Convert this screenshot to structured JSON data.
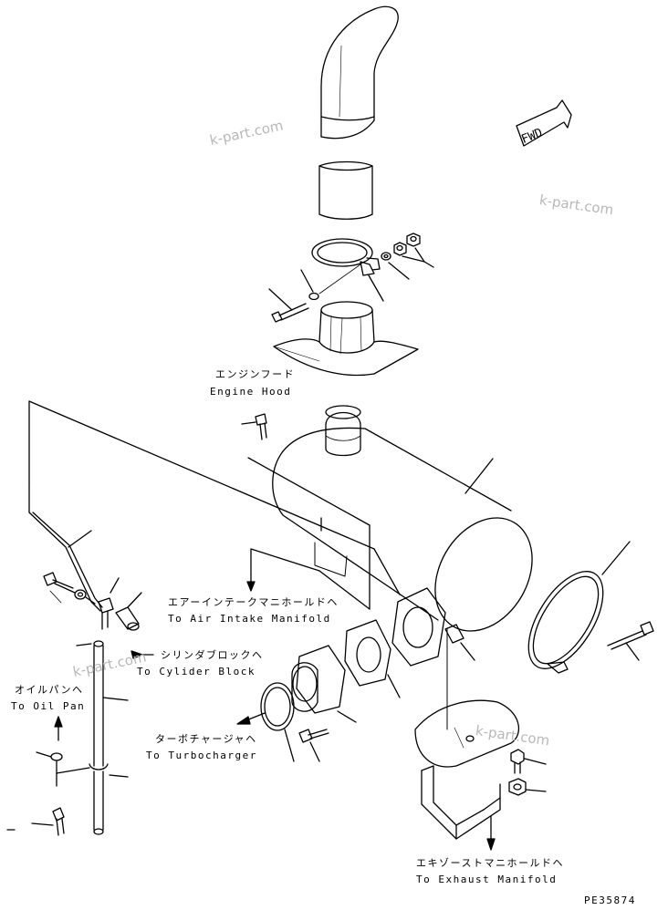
{
  "labels": {
    "engine_hood_jp": "エンジンフード",
    "engine_hood_en": "Engine Hood",
    "air_intake_jp": "エアーインテークマニホールドヘ",
    "air_intake_en": "To Air Intake Manifold",
    "cylinder_block_jp": "シリンダブロックヘ",
    "cylinder_block_en": "To Cylider Block",
    "oil_pan_jp": "オイルパンヘ",
    "oil_pan_en": "To Oil Pan",
    "turbocharger_jp": "ターボチャージャヘ",
    "turbocharger_en": "To Turbocharger",
    "exhaust_jp": "エキゾーストマニホールドヘ",
    "exhaust_en": "To Exhaust Manifold"
  },
  "direction_marker": "FWD",
  "figure_code": "PE35874",
  "watermarks": [
    "k-part.com",
    "k-part.com",
    "k-part.com",
    "k-part.com"
  ]
}
